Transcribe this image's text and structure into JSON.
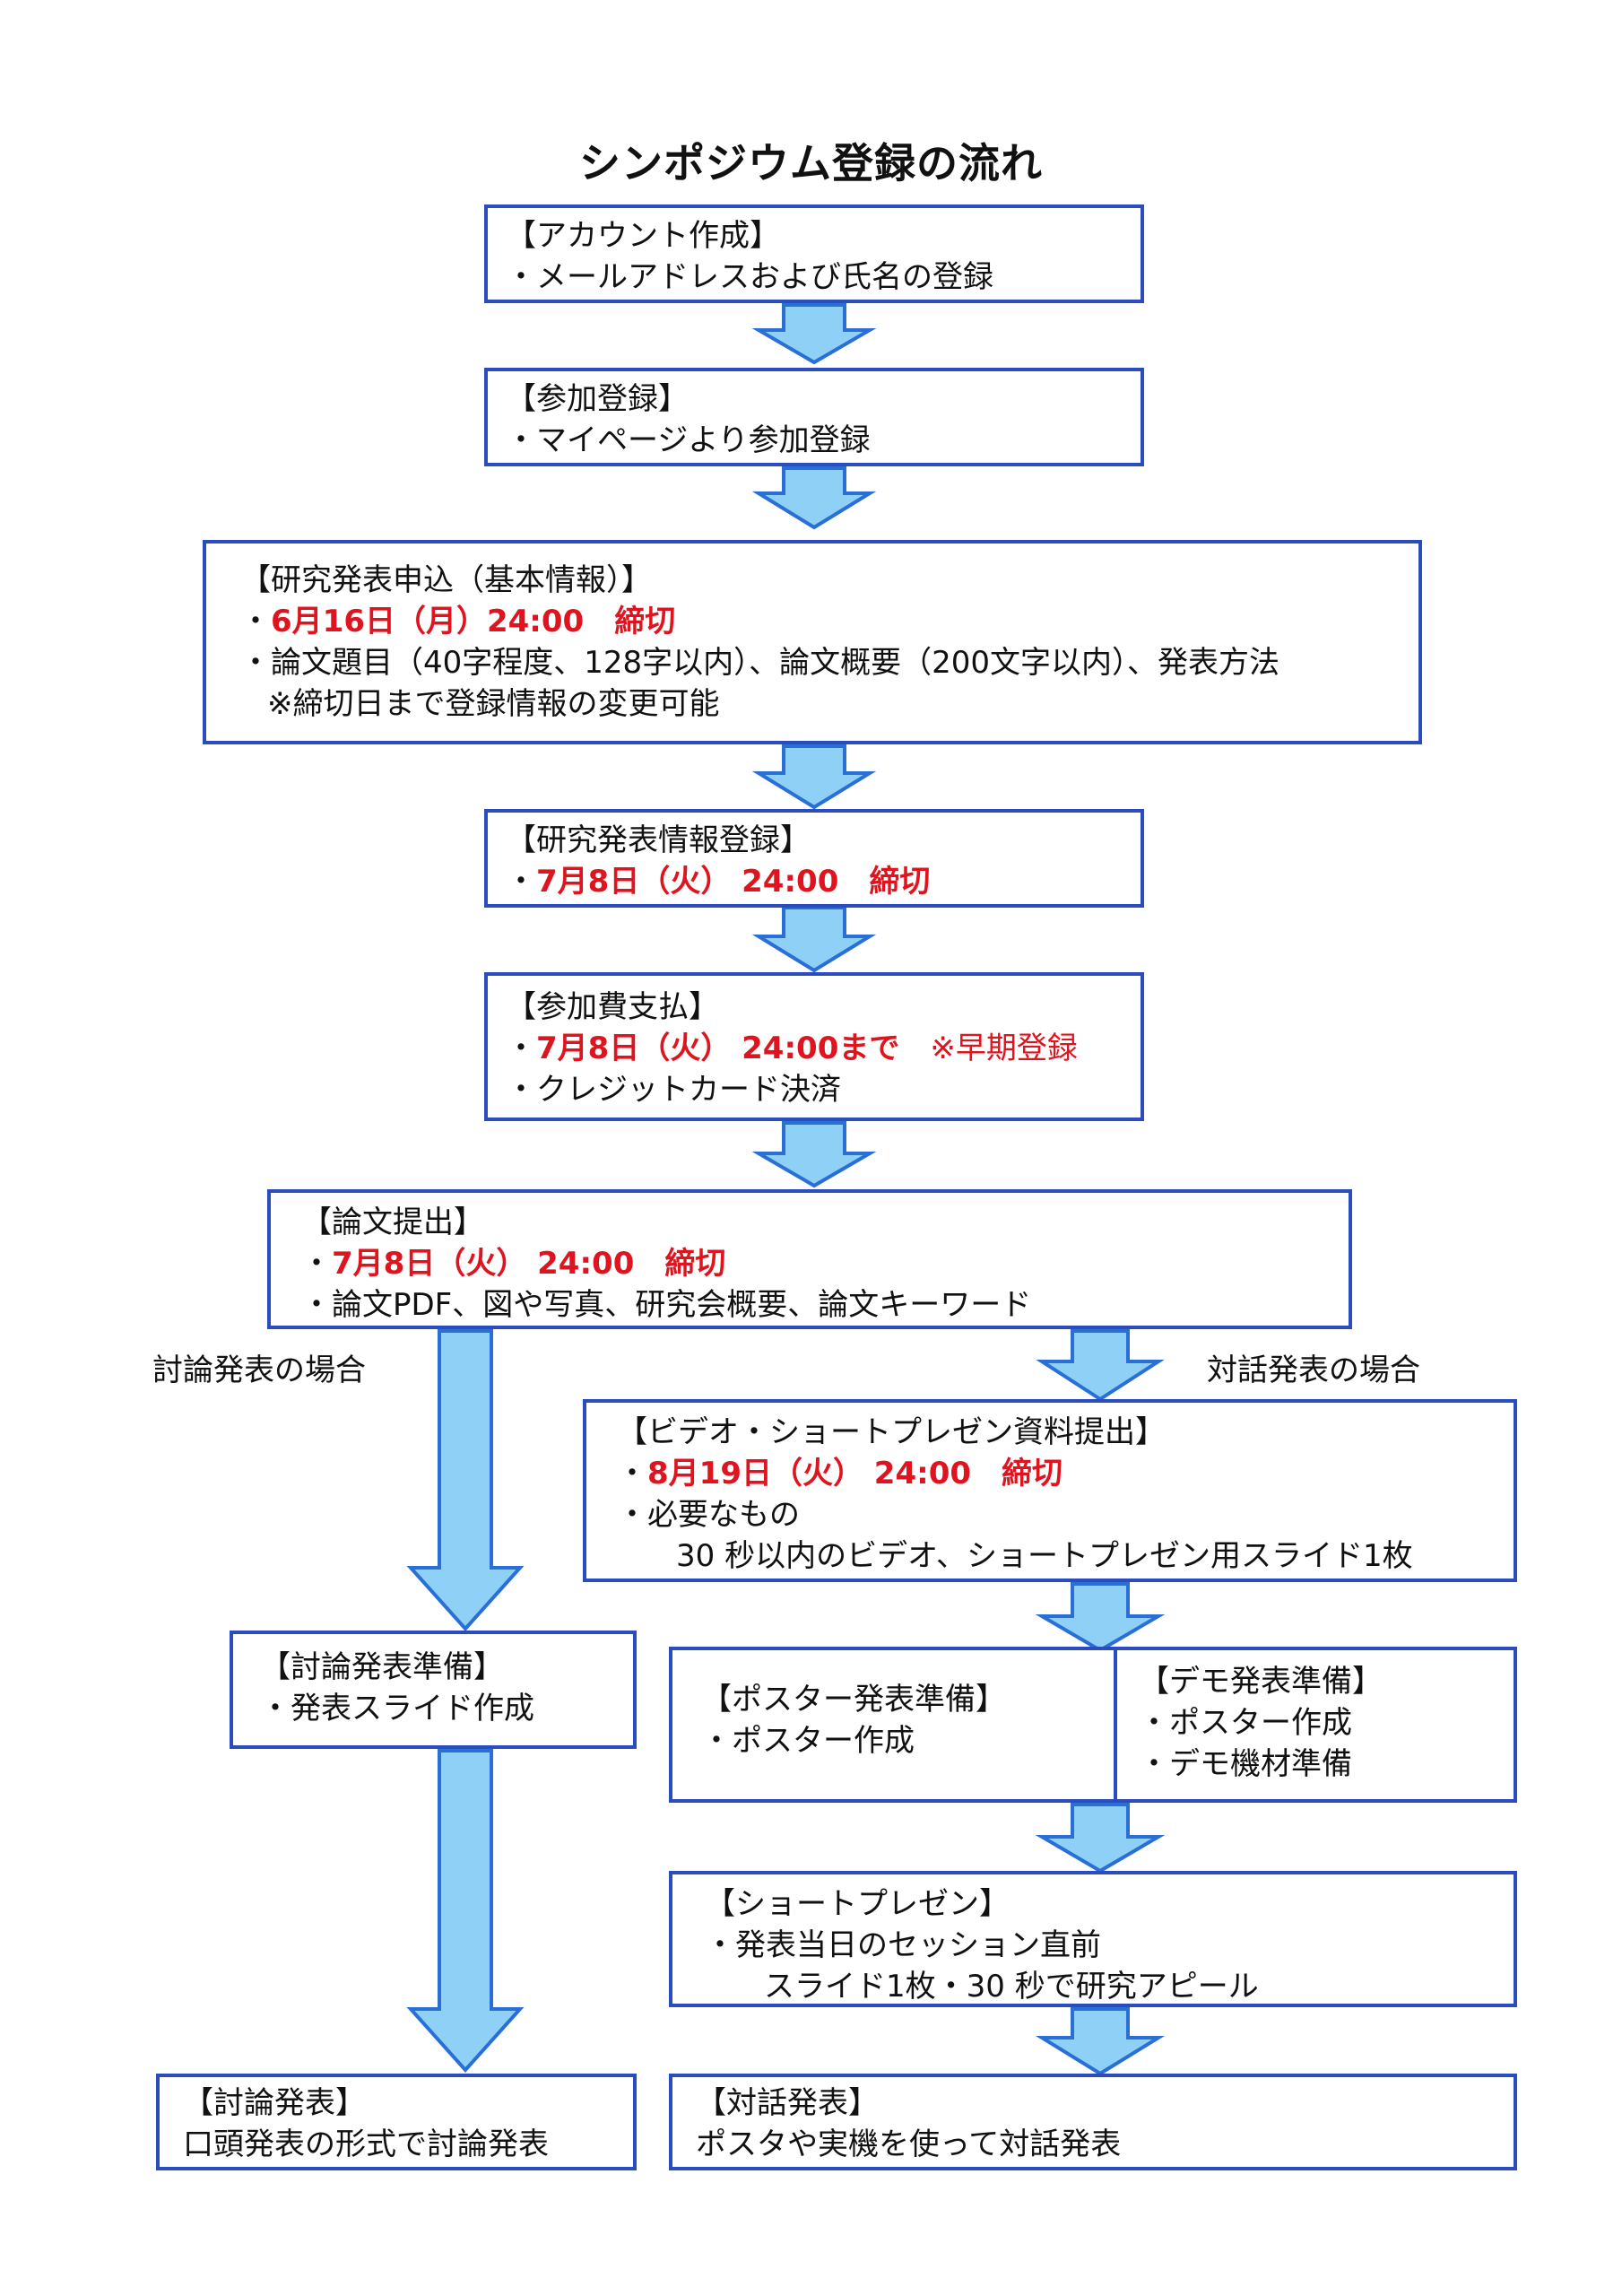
{
  "title": "シンポジウム登録の流れ",
  "steps": {
    "account": {
      "heading": "【アカウント作成】",
      "line1": "・メールアドレスおよび氏名の登録"
    },
    "registration": {
      "heading": "【参加登録】",
      "line1": "・マイページより参加登録"
    },
    "application": {
      "heading": "【研究発表申込（基本情報）】",
      "line1_bullet": "・",
      "line1": "6月16日（月）24:00　締切",
      "line2": "・論文題目（40字程度、128字以内）、論文概要（200文字以内）、発表方法",
      "line3": "※締切日まで登録情報の変更可能"
    },
    "info": {
      "heading": "【研究発表情報登録】",
      "line1_bullet": "・",
      "line1": "7月8日（火） 24:00　締切"
    },
    "fee": {
      "heading": "【参加費支払】",
      "line1_bullet": "・",
      "line1": "7月8日（火） 24:00まで　",
      "line1_note": "※早期登録",
      "line2": "・クレジットカード決済"
    },
    "paper": {
      "heading": "【論文提出】",
      "line1_bullet": "・",
      "line1": "7月8日（火） 24:00　締切",
      "line2": "・論文PDF、図や写真、研究会概要、論文キーワード"
    },
    "video": {
      "heading": "【ビデオ・ショートプレゼン資料提出】",
      "line1_bullet": "・",
      "line1": "8月19日（火） 24:00　締切",
      "line2": "・必要なもの",
      "line3": "30 秒以内のビデオ、ショートプレゼン用スライド1枚"
    },
    "discussion_prep": {
      "heading": "【討論発表準備】",
      "line1": "・発表スライド作成"
    },
    "poster_prep": {
      "heading": "【ポスター発表準備】",
      "line1": "・ポスター作成"
    },
    "demo_prep": {
      "heading": "【デモ発表準備】",
      "line1": "・ポスター作成",
      "line2": "・デモ機材準備"
    },
    "short_presen": {
      "heading": "【ショートプレゼン】",
      "line1": "・発表当日のセッション直前",
      "line2": "スライド1枚・30 秒で研究アピール"
    },
    "discussion": {
      "heading": "【討論発表】",
      "line1": "口頭発表の形式で討論発表"
    },
    "dialogue": {
      "heading": "【対話発表】",
      "line1": "ポスタや実機を使って対話発表"
    }
  },
  "branch_labels": {
    "left": "討論発表の場合",
    "right": "対話発表の場合"
  },
  "colors": {
    "border": "#2a4cbf",
    "arrow_fill": "#8fd0f7",
    "arrow_stroke": "#2a6fd6",
    "deadline": "#e0141e"
  }
}
